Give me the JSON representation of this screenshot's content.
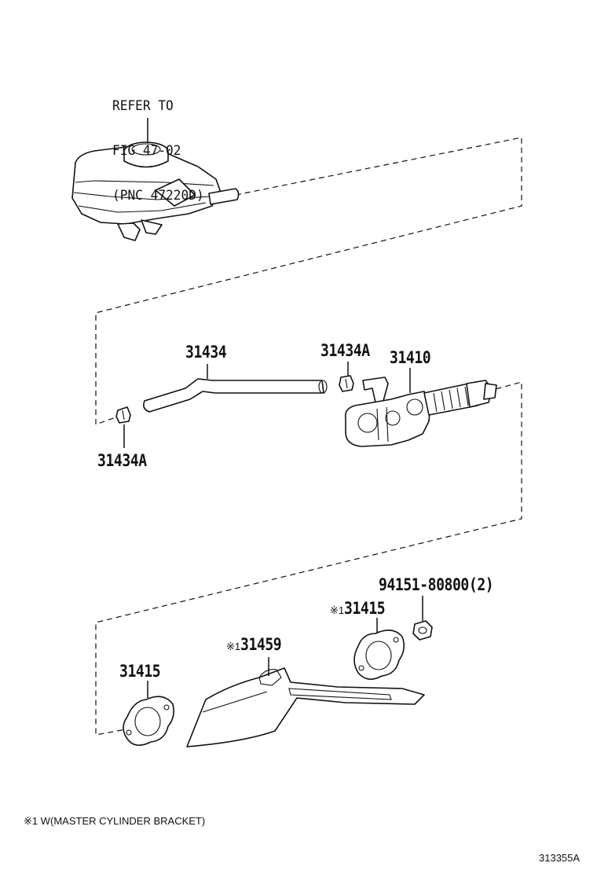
{
  "reference": {
    "line1": "REFER TO",
    "line2": "FIG 47-02",
    "line3": "(PNC 47220D)"
  },
  "callouts": {
    "hose": "31434",
    "clip_left": "31434A",
    "clip_right": "31434A",
    "master_cylinder": "31410",
    "nut": "94151-80800(2)",
    "gasket_left": "31415",
    "gasket_right_mark": "※1",
    "gasket_right": "31415",
    "bracket_mark": "※1",
    "bracket": "31459"
  },
  "footnote": "※1 W(MASTER CYLINDER BRACKET)",
  "illustration_id": "313355A"
}
